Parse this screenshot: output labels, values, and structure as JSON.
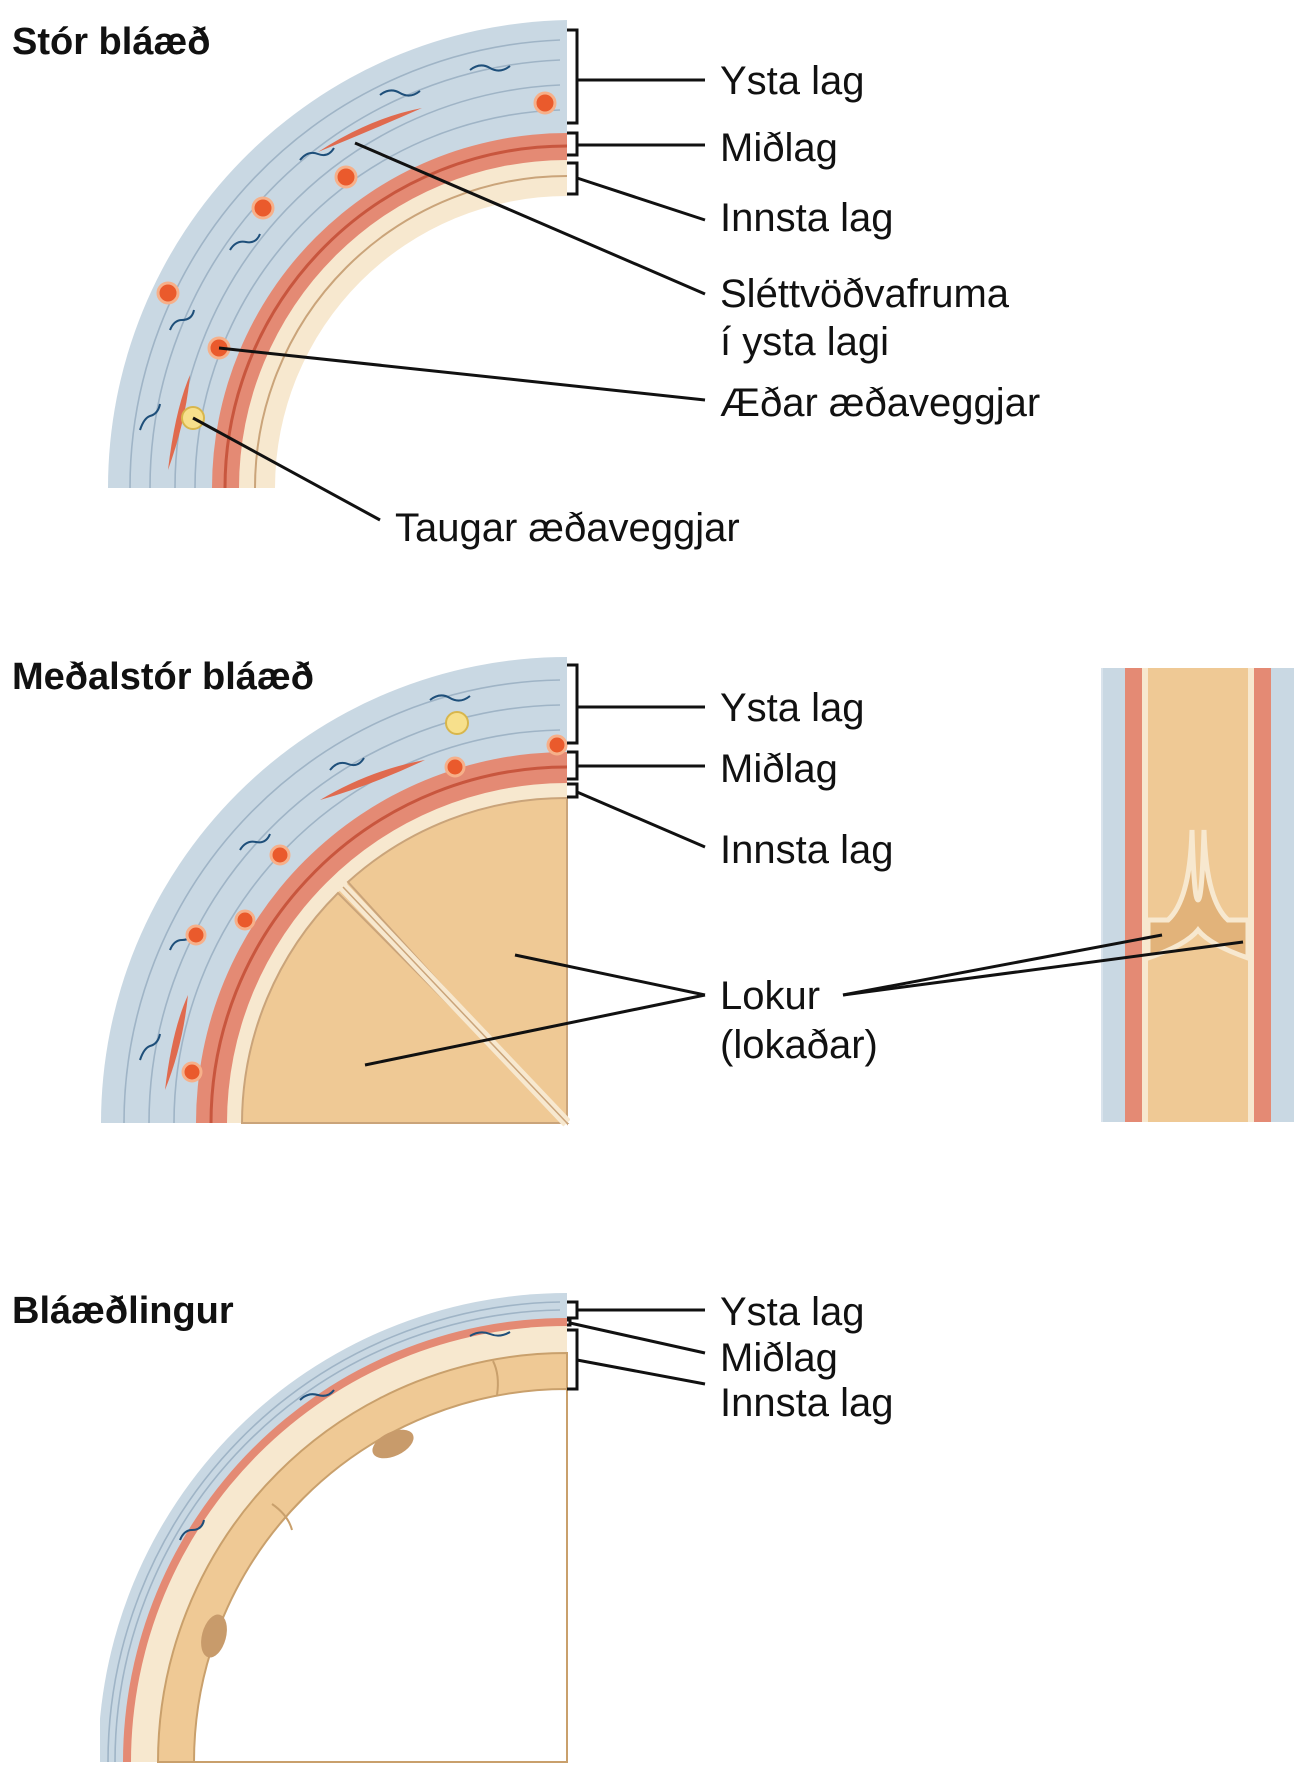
{
  "colors": {
    "adventitia": "#c9d8e3",
    "adventitia_fiber": "#9fb4c6",
    "media": "#e48a74",
    "media_dark": "#c8563e",
    "intima": "#f7e8cf",
    "lumen": "#efc995",
    "lumen_dark": "#e2b37a",
    "vessel_red": "#ea5a2c",
    "nerve_yellow": "#f7e08c",
    "nerve_fiber": "#1e4f7a"
  },
  "panels": {
    "large": {
      "title": "Stór bláæð",
      "labels": {
        "outer": "Ysta lag",
        "middle": "Miðlag",
        "inner": "Innsta lag",
        "smooth_1": "Sléttvöðvafruma",
        "smooth_2": "í ysta lagi",
        "vasa": "Æðar æðaveggjar",
        "nervi": "Taugar æðaveggjar"
      }
    },
    "medium": {
      "title": "Meðalstór bláæð",
      "labels": {
        "outer": "Ysta lag",
        "middle": "Miðlag",
        "inner": "Innsta lag",
        "valves_1": "Lokur",
        "valves_2": "(lokaðar)"
      }
    },
    "venule": {
      "title": "Bláæðlingur",
      "labels": {
        "outer": "Ysta lag",
        "middle": "Miðlag",
        "inner": "Innsta lag"
      }
    }
  }
}
